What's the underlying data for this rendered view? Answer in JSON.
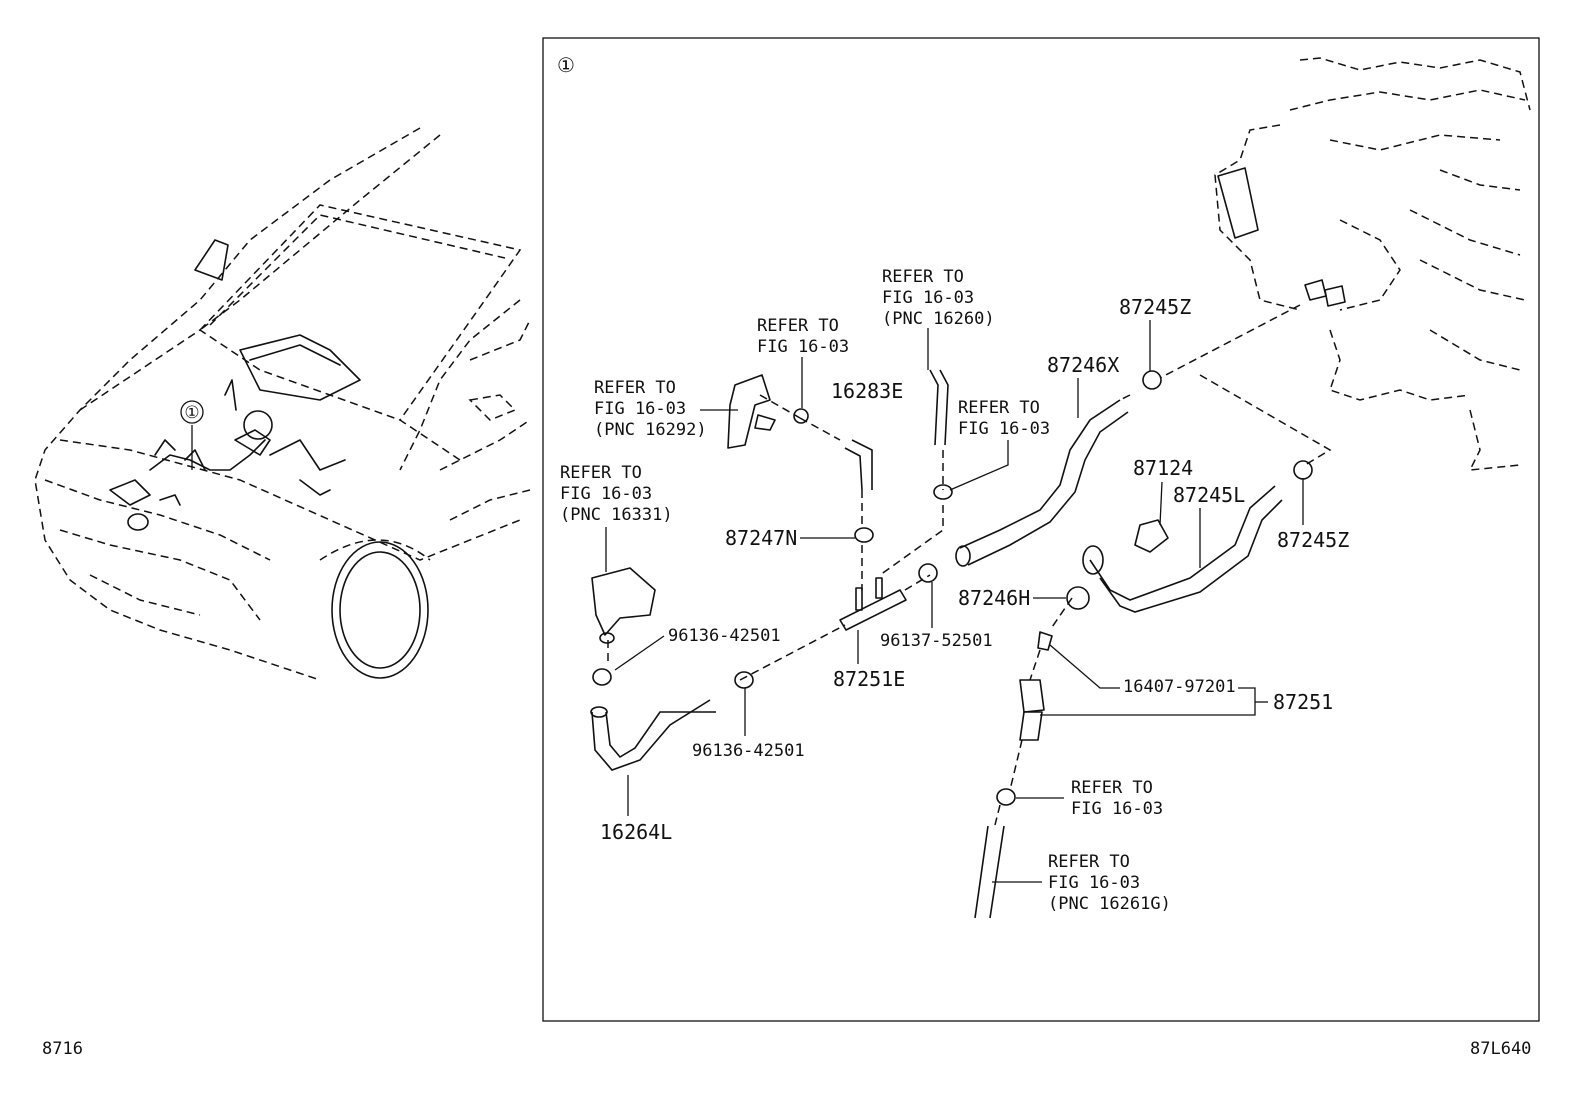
{
  "panel": {
    "callout": "①"
  },
  "vehicle": {
    "callout": "①"
  },
  "labels": {
    "refer_pnc16260": [
      "REFER TO",
      "FIG 16-03",
      "(PNC 16260)"
    ],
    "refer_fig_top": [
      "REFER TO",
      "FIG 16-03"
    ],
    "refer_pnc16292": [
      "REFER TO",
      "FIG 16-03",
      "(PNC 16292)"
    ],
    "refer_pnc16331": [
      "REFER TO",
      "FIG 16-03",
      "(PNC 16331)"
    ],
    "refer_fig_mid": [
      "REFER TO",
      "FIG 16-03"
    ],
    "refer_fig_lower": [
      "REFER TO",
      "FIG 16-03"
    ],
    "refer_pnc16261g": [
      "REFER TO",
      "FIG 16-03",
      "(PNC 16261G)"
    ]
  },
  "parts": {
    "p16283E": "16283E",
    "p87246X": "87246X",
    "p87245Z_top": "87245Z",
    "p87124": "87124",
    "p87245L": "87245L",
    "p87245Z_right": "87245Z",
    "p87247N": "87247N",
    "p87246H": "87246H",
    "p96136_42501_a": "96136-42501",
    "p96137_52501": "96137-52501",
    "p87251E": "87251E",
    "p96136_42501_b": "96136-42501",
    "p16407_97201": "16407-97201",
    "p87251": "87251",
    "p16264L": "16264L"
  },
  "footer": {
    "left_code": "8716",
    "right_code": "87L640"
  }
}
